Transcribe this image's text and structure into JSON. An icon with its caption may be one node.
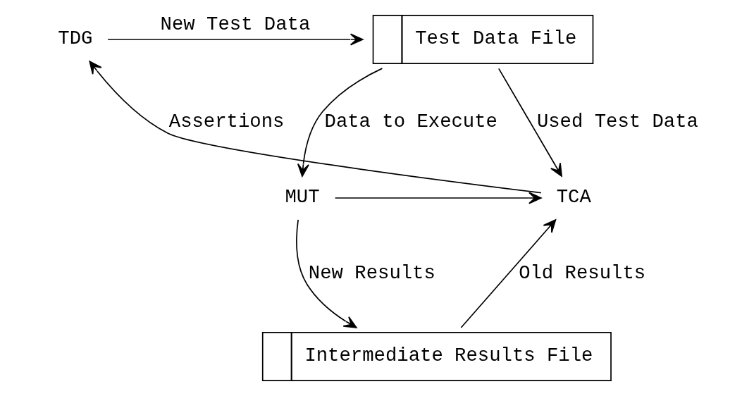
{
  "diagram": {
    "nodes": [
      {
        "text": [
          "TDG"
        ]
      },
      {
        "text": [
          "Test Data File"
        ]
      },
      {
        "text": [
          "TCA"
        ]
      },
      {
        "text": [
          "MUT"
        ]
      },
      {
        "text": [
          "Intermediate Results File"
        ]
      }
    ],
    "edges": [
      {
        "from": 0,
        "to": 1,
        "arrow": "to",
        "label": "New Test Data"
      },
      {
        "from": 1,
        "to": 2,
        "arrow": "to",
        "label": "Used Test Data"
      },
      {
        "from": 1,
        "to": 3,
        "arrow": "to",
        "label": "Data to Execute"
      },
      {
        "from": 2,
        "to": 0,
        "arrow": "to",
        "label": "Assertions"
      },
      {
        "from": 3,
        "to": 2,
        "arrow": "to"
      },
      {
        "from": 4,
        "to": 2,
        "arrow": "to",
        "label": "Old Results"
      },
      {
        "from": 3,
        "to": 4,
        "arrow": "to",
        "label": "New Results"
      }
    ]
  }
}
